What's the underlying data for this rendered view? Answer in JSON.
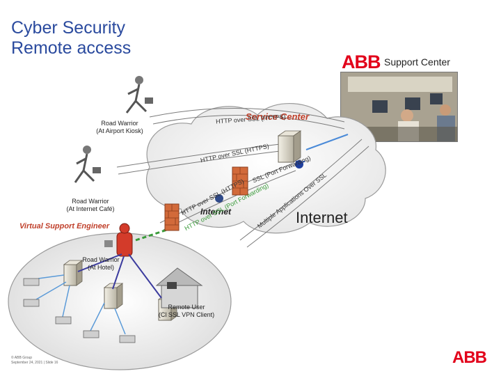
{
  "title": {
    "line1": "Cyber Security",
    "line2": "Remote access"
  },
  "header": {
    "logo": "ABB",
    "label": "Support Center"
  },
  "cloud": {
    "service_center": "Service Center",
    "internet_small": "Internet",
    "internet_big": "Internet"
  },
  "road_warriors": [
    {
      "line1": "Road Warrior",
      "line2": "(At Airport Kiosk)"
    },
    {
      "line1": "Road Warrior",
      "line2": "(At Internet Café)"
    },
    {
      "line1": "Road Warrior",
      "line2": "(At Hotel)"
    }
  ],
  "remote_user": {
    "line1": "Remote User",
    "line2": "(Cl  SSL VPN Client)"
  },
  "virtual_support_engineer": "Virtual Support Engineer",
  "tunnels": {
    "t1": "HTTP over SSL (HTTPS)",
    "t2": "HTTP over SSL (HTTPS)",
    "t3": "SSL (Port Forwarding)",
    "t4": "HTTP over SSL (HTTPS)",
    "t5": "HTTP over SSL (Port Forwarding)",
    "t6": "Multiple Applications Over SSL"
  },
  "footer": {
    "line1": "© ABB Group",
    "line2": "September 24, 2021 | Slide 16"
  },
  "colors": {
    "title": "#2a4a9e",
    "abb_red": "#e2001a",
    "accent": "#c0402b"
  }
}
